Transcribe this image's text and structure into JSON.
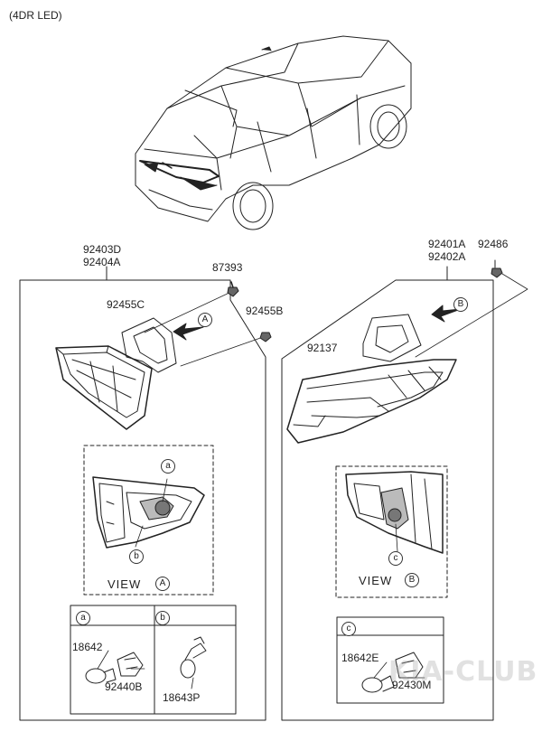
{
  "header": {
    "title": "(4DR LED)"
  },
  "left_assembly": {
    "part_numbers": [
      "92403D",
      "92404A"
    ],
    "parts": {
      "screw": "87393",
      "gasket": "92455C",
      "nut": "92455B"
    },
    "view_ref": "A",
    "view_label": "VIEW",
    "callouts": [
      "a",
      "b"
    ],
    "detail_a": {
      "tag": "a",
      "bulb": "18642",
      "socket": "92440B"
    },
    "detail_b": {
      "tag": "b",
      "bulb": "18643P"
    }
  },
  "right_assembly": {
    "part_numbers": [
      "92401A",
      "92402A"
    ],
    "parts": {
      "nut": "92486",
      "gasket": "92137"
    },
    "view_ref": "B",
    "view_label": "VIEW",
    "callouts": [
      "c"
    ],
    "detail_c": {
      "tag": "c",
      "bulb": "18642E",
      "socket": "92430M"
    }
  },
  "watermark": {
    "text": "KIA-CLUB"
  },
  "colors": {
    "line": "#222222",
    "watermark": "#aaaaaa"
  }
}
